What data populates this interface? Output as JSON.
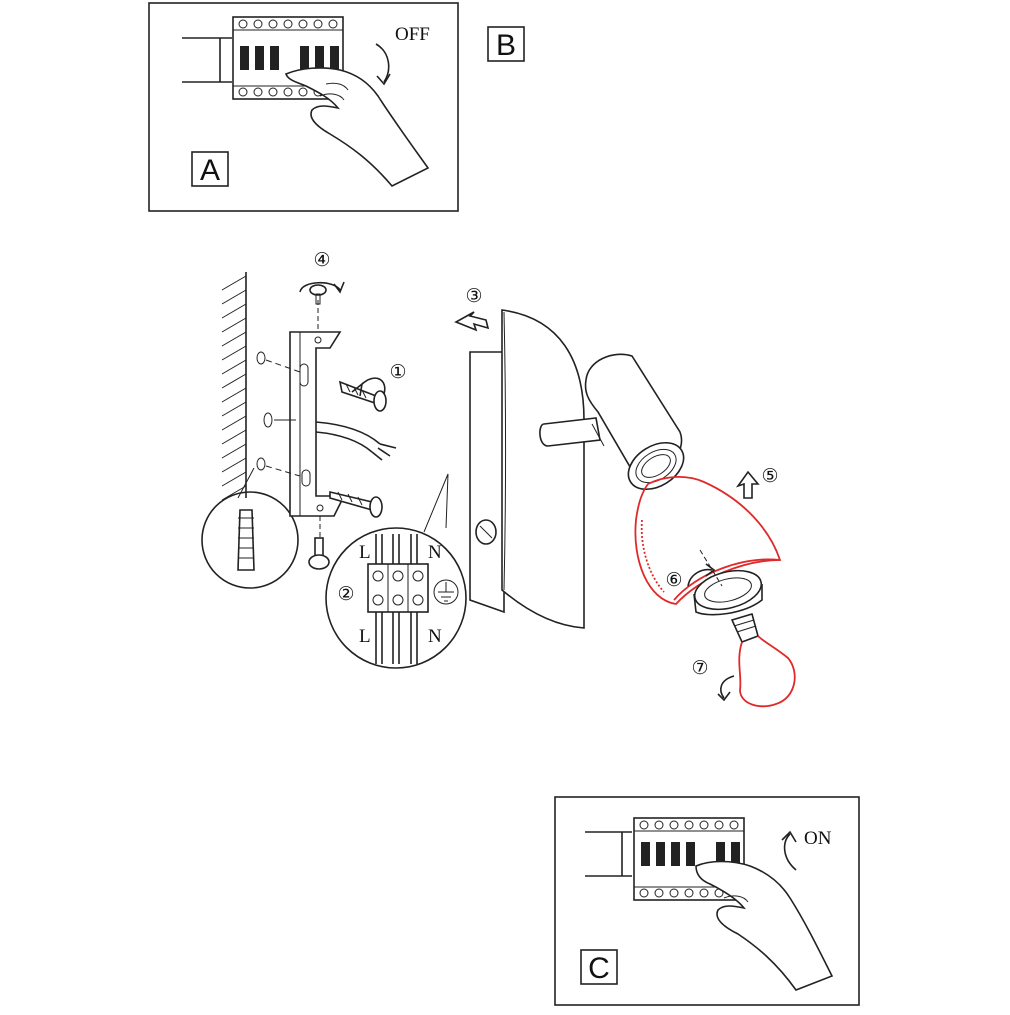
{
  "panels": {
    "a": {
      "letter": "A",
      "action": "OFF"
    },
    "b": {
      "letter": "B"
    },
    "c": {
      "letter": "C",
      "action": "ON"
    }
  },
  "steps": [
    "①",
    "②",
    "③",
    "④",
    "⑤",
    "⑥",
    "⑦"
  ],
  "wiring": {
    "top_labels": [
      "L",
      "N"
    ],
    "bottom_labels": [
      "L",
      "N"
    ]
  },
  "colors": {
    "ink": "#222222",
    "highlight": "#e02a2a"
  }
}
